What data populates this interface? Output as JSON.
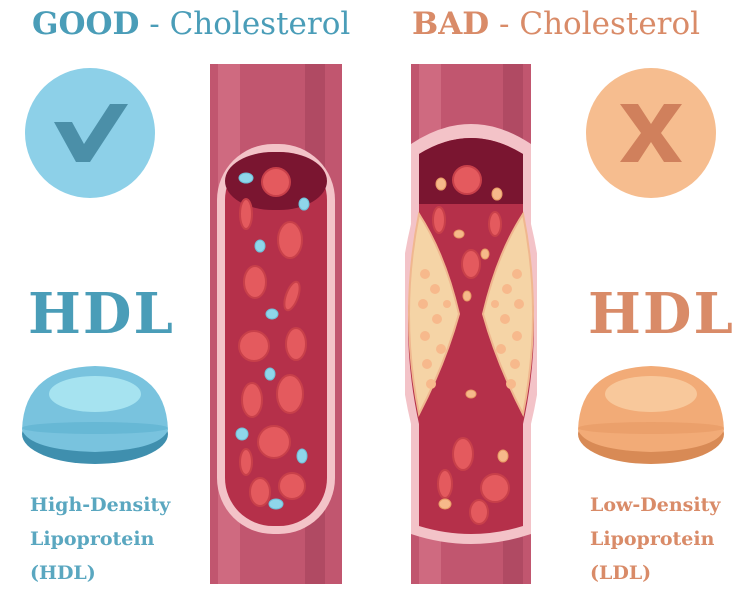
{
  "good": {
    "label_strong": "GOOD",
    "separator": "-",
    "label_rest": "Cholesterol",
    "symbol": "check-icon",
    "abbreviation": "HDL",
    "description_lines": [
      "High-Density",
      "Lipoprotein",
      "(HDL)"
    ],
    "color": "#4a9db8",
    "circle_color": "#8dd0e8"
  },
  "bad": {
    "label_strong": "BAD",
    "separator": "-",
    "label_rest": "Cholesterol",
    "symbol": "x-icon",
    "abbreviation": "HDL",
    "description_lines": [
      "Low-Density",
      "Lipoprotein",
      "(LDL)"
    ],
    "color": "#d98b68",
    "circle_color": "#f6bd8f"
  },
  "colors": {
    "vessel_outer": "#c1566f",
    "vessel_wall": "#f3c3c8",
    "blood": "#b5304a",
    "red_cell": "#e45a5e",
    "hdl_particle": "#8fd6ea",
    "ldl_particle": "#f6b98a",
    "plaque": "#f5d4a6"
  }
}
